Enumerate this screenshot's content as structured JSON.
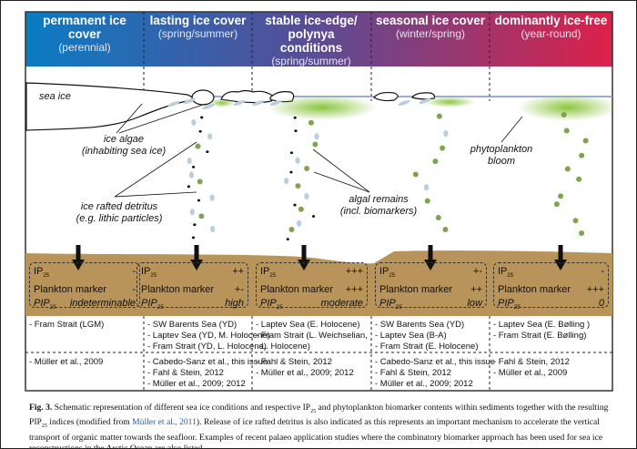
{
  "columns": [
    {
      "title": "permanent ice cover",
      "subtitle": "(perennial)",
      "ip25": "-",
      "plankton": "-",
      "pip25": "indeterminable",
      "locations": [
        "- Fram Strait (LGM)"
      ],
      "references": [
        "- Müller et al., 2009"
      ]
    },
    {
      "title": "lasting ice cover",
      "subtitle": "(spring/summer)",
      "ip25": "++",
      "plankton": "+-",
      "pip25": "high",
      "locations": [
        "- SW Barents Sea (YD)",
        "- Laptev Sea (YD, M. Holocene)",
        "- Fram Strait (YD, L. Holocene)"
      ],
      "references": [
        "- Cabedo-Sanz et al., this issue",
        "- Fahl & Stein, 2012",
        "- Müller et al., 2009; 2012"
      ]
    },
    {
      "title": "stable ice-edge/ polynya conditions",
      "subtitle": "(spring/summer)",
      "ip25": "+++",
      "plankton": "+++",
      "pip25": "moderate",
      "locations": [
        "- Laptev Sea (E. Holocene)",
        "- Fram Strait (L. Weichselian,",
        "L. Holocene)"
      ],
      "references": [
        "- Fahl & Stein, 2012",
        "- Müller et al., 2009; 2012"
      ]
    },
    {
      "title": "seasonal ice cover",
      "subtitle": "(winter/spring)",
      "ip25": "+-",
      "plankton": "++",
      "pip25": "low",
      "locations": [
        "- SW Barents Sea (YD)",
        "- Laptev Sea (B-A)",
        "- Fram Strait (E. Holocene)"
      ],
      "references": [
        "- Cabedo-Sanz et al., this issue",
        "- Fahl & Stein, 2012",
        "- Müller et al., 2009; 2012"
      ]
    },
    {
      "title": "dominantly ice-free",
      "subtitle": "(year-round)",
      "ip25": "-",
      "plankton": "+++",
      "pip25": "0",
      "locations": [
        "- Laptev Sea (E. Bølling )",
        "- Fram Strait (E. Bølling)"
      ],
      "references": [
        "- Fahl & Stein, 2012",
        "- Müller et al., 2009"
      ]
    }
  ],
  "marker_labels": {
    "ip": "IP",
    "ip_sub": "25",
    "plankton": "Plankton marker",
    "pip": "PIP",
    "pip_sub": "25"
  },
  "annotations": {
    "sea_ice": "sea ice",
    "ice_algae": [
      "ice algae",
      "(inhabiting sea ice)"
    ],
    "ice_rafted": [
      "ice rafted detritus",
      "(e.g. lithic particles)"
    ],
    "algal_remains": [
      "algal remains",
      "(incl. biomarkers)"
    ],
    "phytoplankton": [
      "phytoplankton",
      "bloom"
    ]
  },
  "caption": {
    "label": "Fig. 3.",
    "text1": "Schematic representation of different sea ice conditions and respective IP",
    "sub1": "25",
    "text2": " and phytoplankton biomarker contents within sediments together with the resulting PIP",
    "sub2": "25",
    "text3": " indices (modified from ",
    "link": "Müller et al., 2011",
    "text4": "). Release of ice rafted detritus is also indicated as this represents an important mechanism to accelerate the vertical transport of organic matter towards the seafloor. Examples of recent palaeo application studies where the combinatory biomarker approach has been used for sea ice reconstructions in the Arctic Ocean are also listed."
  },
  "colors": {
    "header_start": "#0a7cc4",
    "header_mid": "#5b4b94",
    "header_end": "#dc2149",
    "sediment": "#b8935a",
    "ice_algae": "#b9cfe0",
    "phyto": "#7fa34f",
    "bloom": "#8cc63f",
    "sea_line": "#7b8fd0",
    "link": "#2a5ca8"
  }
}
